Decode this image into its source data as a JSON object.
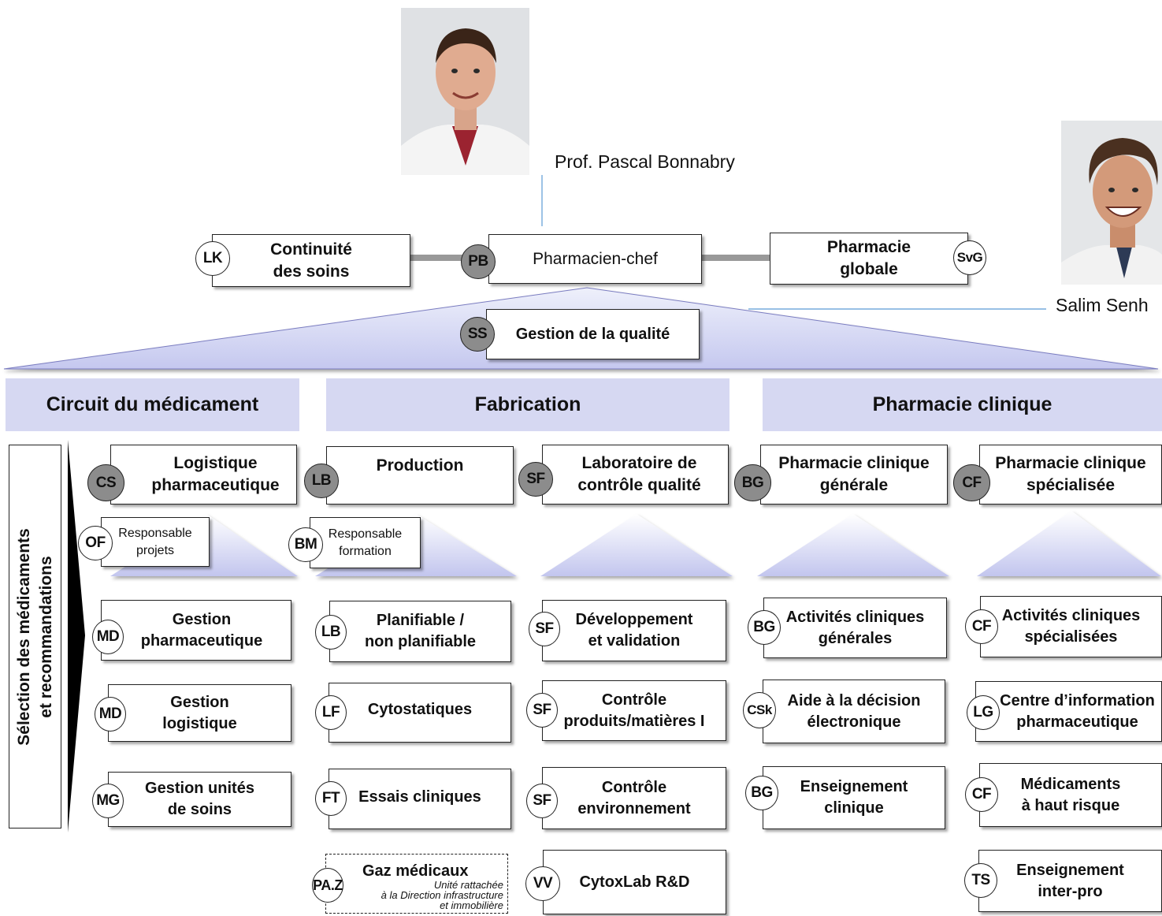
{
  "top": {
    "chief_name": "Prof. Pascal Bonnabry",
    "second_name": "Salim Senh",
    "chief": {
      "code": "PB",
      "label": "Pharmacien-chef"
    },
    "left": {
      "code": "LK",
      "label": "Continuité\ndes soins"
    },
    "right": {
      "code": "SvG",
      "label": "Pharmacie\nglobale"
    },
    "quality": {
      "code": "SS",
      "label": "Gestion de la qualité"
    }
  },
  "headers": {
    "circuit": "Circuit du médicament",
    "fabrication": "Fabrication",
    "clinique": "Pharmacie clinique"
  },
  "side_label": "Sélection des médicaments\net recommandations",
  "units": {
    "cs": {
      "code": "CS",
      "label": "Logistique\npharmaceutique"
    },
    "lb": {
      "code": "LB",
      "label": "Production"
    },
    "sf": {
      "code": "SF",
      "label": "Laboratoire de\ncontrôle qualité"
    },
    "bg": {
      "code": "BG",
      "label": "Pharmacie clinique\ngénérale"
    },
    "cf": {
      "code": "CF",
      "label": "Pharmacie clinique\nspécialisée"
    }
  },
  "responsables": {
    "of": {
      "code": "OF",
      "label": "Responsable\nprojets"
    },
    "bm": {
      "code": "BM",
      "label": "Responsable\nformation"
    }
  },
  "col1": [
    {
      "code": "MD",
      "label": "Gestion\npharmaceutique"
    },
    {
      "code": "MD",
      "label": "Gestion\nlogistique"
    },
    {
      "code": "MG",
      "label": "Gestion unités\nde soins"
    }
  ],
  "col2": [
    {
      "code": "LB",
      "label": "Planifiable /\nnon planifiable"
    },
    {
      "code": "LF",
      "label": "Cytostatiques"
    },
    {
      "code": "FT",
      "label": "Essais cliniques"
    }
  ],
  "gaz": {
    "code": "PA.Z",
    "title": "Gaz médicaux",
    "note": "Unité rattachée\nà la Direction infrastructure\net immobilière"
  },
  "col3": [
    {
      "code": "SF",
      "label": "Développement\net validation"
    },
    {
      "code": "SF",
      "label": "Contrôle\nproduits/matières I"
    },
    {
      "code": "SF",
      "label": "Contrôle\nenvironnement"
    },
    {
      "code": "VV",
      "label": "CytoxLab R&D"
    }
  ],
  "col4": [
    {
      "code": "BG",
      "label": "Activités cliniques\ngénérales"
    },
    {
      "code": "CSk",
      "label": "Aide à la décision\nélectronique"
    },
    {
      "code": "BG",
      "label": "Enseignement\nclinique"
    }
  ],
  "col5": [
    {
      "code": "CF",
      "label": "Activités cliniques\nspécialisées"
    },
    {
      "code": "LG",
      "label": "Centre d’information\npharmaceutique"
    },
    {
      "code": "CF",
      "label": "Médicaments\nà haut risque"
    },
    {
      "code": "TS",
      "label": "Enseignement\ninter-pro"
    }
  ],
  "colors": {
    "header_bg": "#d6d8f2",
    "grey_circle": "#8c8c8c",
    "triangle": "#c9cbef"
  }
}
